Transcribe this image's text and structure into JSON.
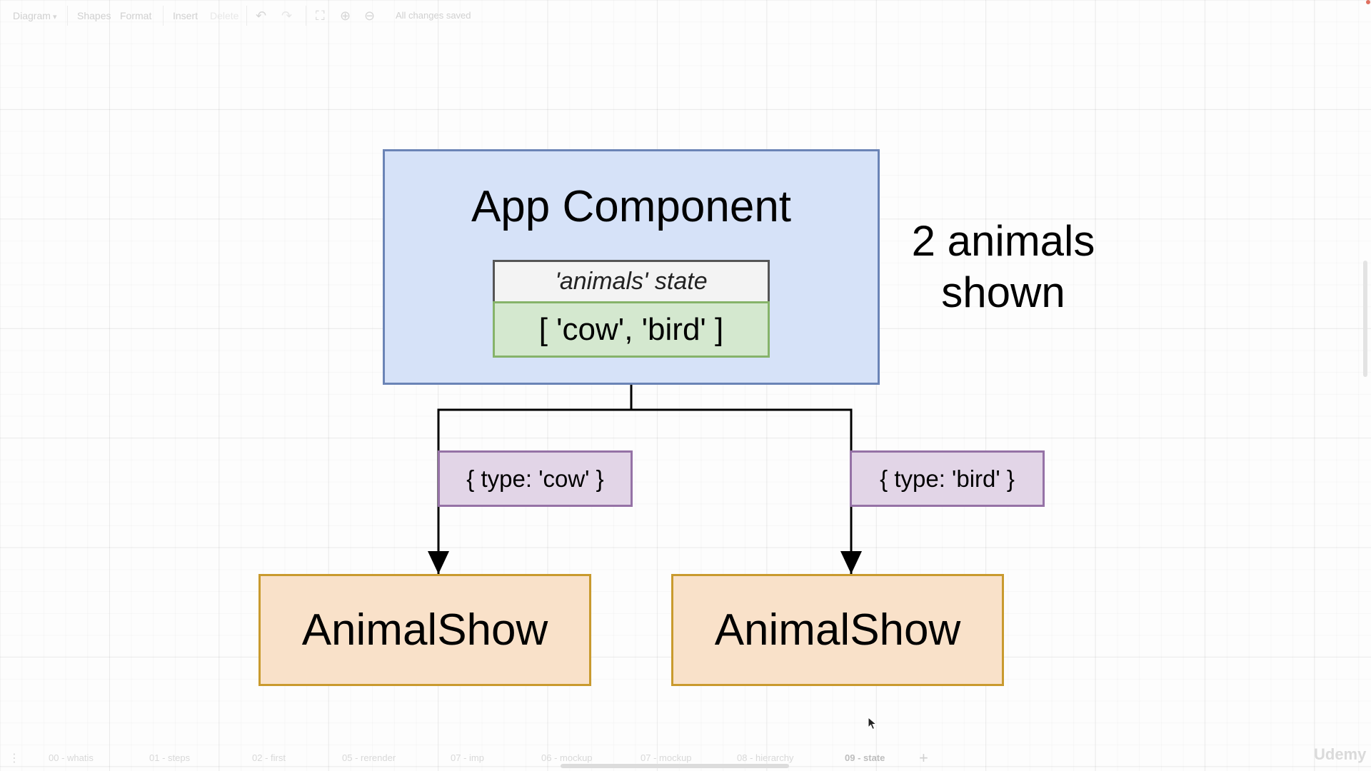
{
  "toolbar": {
    "diagram_menu": "Diagram",
    "shapes": "Shapes",
    "format": "Format",
    "insert": "Insert",
    "delete": "Delete",
    "save_status": "All changes saved"
  },
  "diagram": {
    "app_component": {
      "title": "App Component",
      "state_label": "'animals' state",
      "state_value": "[ 'cow', 'bird' ]"
    },
    "note": {
      "line1": "2 animals",
      "line2": "shown"
    },
    "props": {
      "left": "{ type: 'cow' }",
      "right": "{ type: 'bird' }"
    },
    "children": {
      "left": "AnimalShow",
      "right": "AnimalShow"
    },
    "colors": {
      "app_fill": "#d6e2f8",
      "app_border": "#6b84b6",
      "state_value_fill": "#d4e8cf",
      "prop_fill": "#e2d5e7",
      "child_fill": "#f9e1c9",
      "child_border": "#c99a2e"
    }
  },
  "page_tabs": {
    "items": [
      "00 - whatis",
      "01 - steps",
      "02 - first",
      "05 - rerender",
      "07 - imp",
      "06 - mockup",
      "07 - mockup",
      "08 - hierarchy",
      "09 - state"
    ],
    "active": "09 - state"
  },
  "watermark": "Udemy"
}
